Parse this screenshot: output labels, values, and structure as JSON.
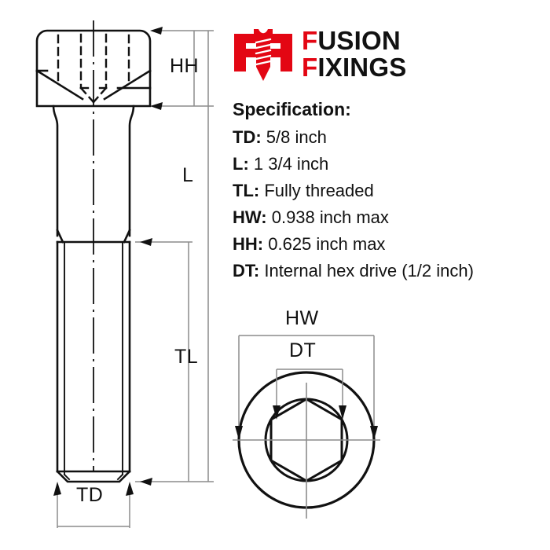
{
  "brand": {
    "mark_name": "fusion-fixings-screw-logo",
    "accent_color": "#e30613",
    "ink_color": "#111111",
    "line1_cap": "F",
    "line1_rest": "USION",
    "line2_cap": "F",
    "line2_rest": "IXINGS"
  },
  "spec": {
    "title": "Specification:",
    "rows": [
      {
        "key": "TD:",
        "value": "5/8 inch"
      },
      {
        "key": "L:",
        "value": "1 3/4 inch"
      },
      {
        "key": "TL:",
        "value": "Fully threaded"
      },
      {
        "key": "HW:",
        "value": "0.938 inch max"
      },
      {
        "key": "HH:",
        "value": "0.625 inch max"
      },
      {
        "key": "DT:",
        "value": "Internal hex drive (1/2 inch)"
      }
    ]
  },
  "dimensions": {
    "head_height": "HH",
    "overall_length": "L",
    "thread_length": "TL",
    "thread_diameter": "TD",
    "head_width": "HW",
    "drive_type": "DT"
  },
  "drawing": {
    "side_view_name": "socket-cap-screw-side-view",
    "top_view_name": "socket-cap-screw-top-view",
    "line_color": "#111111",
    "dimension_line_color": "#8c8c8c"
  }
}
